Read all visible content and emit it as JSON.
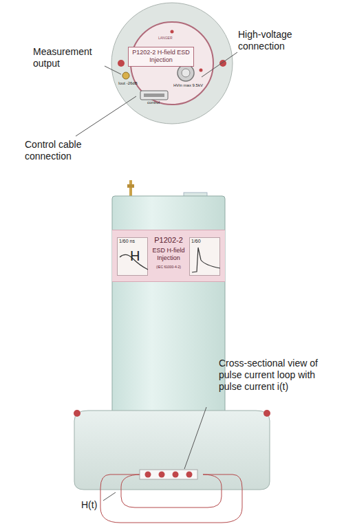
{
  "diagram": {
    "nodes": [
      {
        "text": [
          "P1202-2 H-field ESD Injection"
        ]
      },
      {
        "text": [
          "P1202-2",
          "ESD H-field Injection",
          "(IEC 61000-4-2)"
        ]
      },
      {
        "text": [
          "1/60 ns",
          "H"
        ],
        "in": 1
      },
      {
        "text": [
          "1/60"
        ],
        "in": 1
      }
    ],
    "labels": [
      "Measurement output",
      "High-voltage connection",
      "Control cable connection",
      "LANGER",
      "Iout -26dB",
      "HVin max 9.5kV",
      "control",
      "Cross-sectional view of pulse current loop with pulse current i(t)",
      "H(t)"
    ]
  }
}
